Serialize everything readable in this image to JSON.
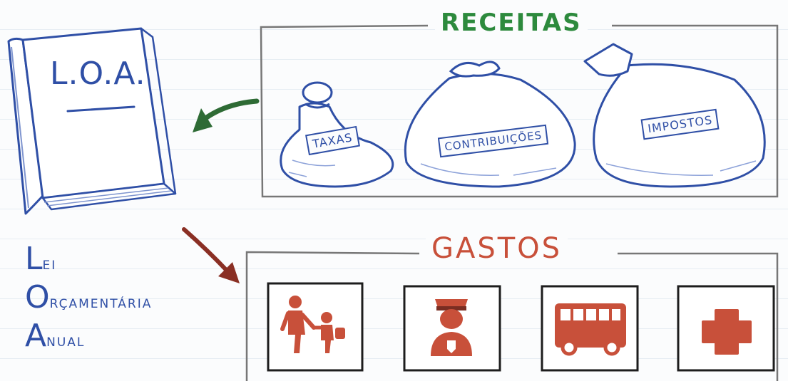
{
  "book": {
    "title": "L.O.A."
  },
  "acronym": [
    {
      "initial": "L",
      "rest": "EI"
    },
    {
      "initial": "O",
      "rest": "RÇAMENTÁRIA"
    },
    {
      "initial": "A",
      "rest": "NUAL"
    }
  ],
  "receitas": {
    "title": "RECEITAS",
    "bags": [
      {
        "label": "TAXAS"
      },
      {
        "label": "CONTRIBUIÇÕES"
      },
      {
        "label": "IMPOSTOS"
      }
    ]
  },
  "gastos": {
    "title": "GASTOS",
    "icons": [
      "education-icon",
      "security-icon",
      "transport-icon",
      "health-icon"
    ]
  },
  "colors": {
    "receitas": "#2d8a3d",
    "gastos": "#c8503a",
    "book": "#2f4fa6",
    "arrow_in": "#2e6b35",
    "arrow_out": "#8a2f24"
  }
}
